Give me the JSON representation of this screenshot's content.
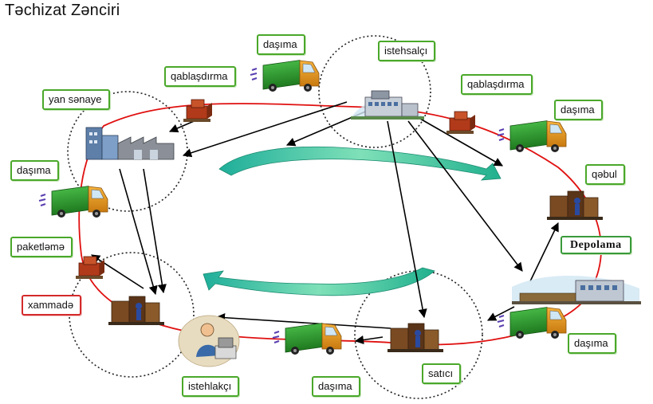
{
  "title": "Təchizat Zənciri",
  "labels": {
    "istehsalci": "istehsalçı",
    "dasima_top_left": "daşıma",
    "qablasdirma_left": "qablaşdırma",
    "yan_senaye": "yan sənaye",
    "qablasdirma_right": "qablaşdırma",
    "dasima_top_right": "daşıma",
    "qebul": "qəbul",
    "dasima_left": "daşıma",
    "depolama": "Depolama",
    "paketleme": "paketləmə",
    "xammade": "xammadə",
    "dasima_bottom_right": "daşıma",
    "satici": "satıcı",
    "istehlakci": "istehlakçı",
    "dasima_bottom": "daşıma"
  },
  "colors": {
    "chain": "#e01010",
    "cycle_arrow": "#3bbf9a",
    "label_border": "#4aa82a",
    "truck_cargo": "#2f8f2f",
    "truck_cab": "#e49a1c"
  }
}
